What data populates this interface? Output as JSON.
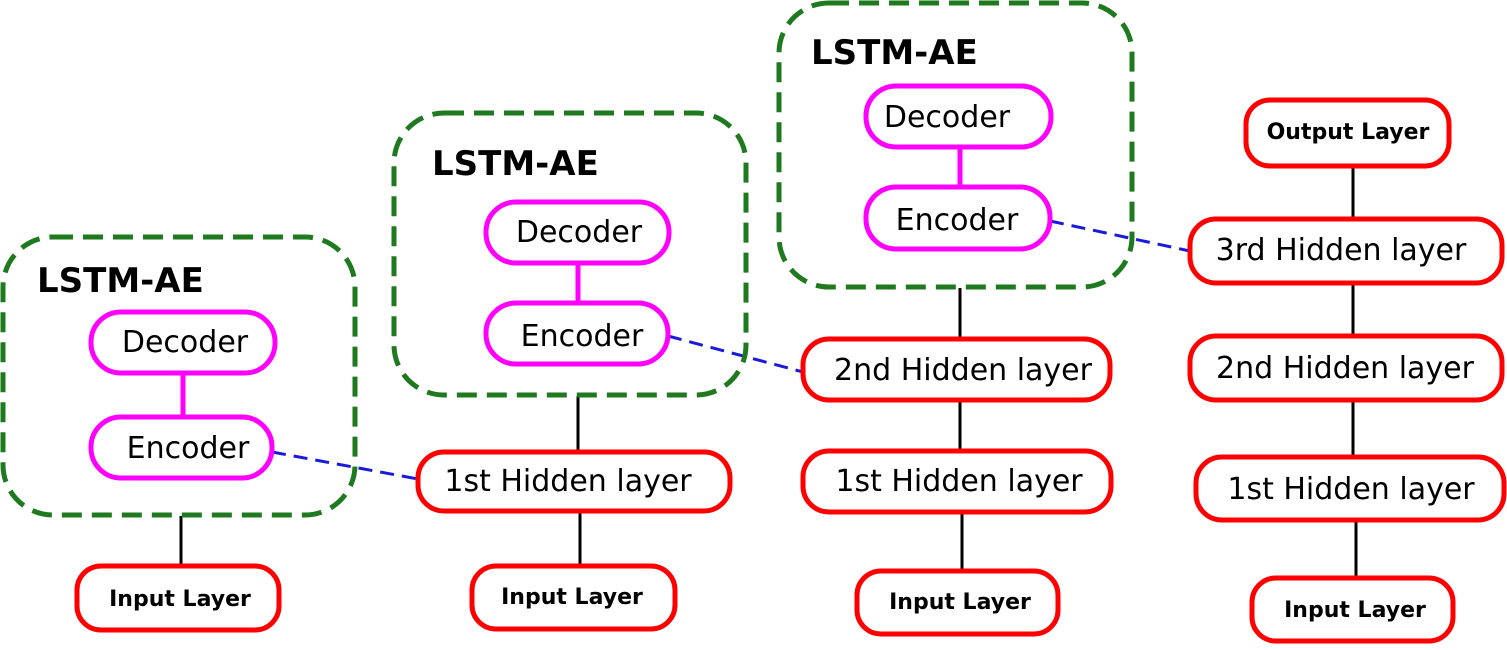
{
  "colors": {
    "layer_border": "#ff0000",
    "ae_border": "#ff00ff",
    "group_border": "#1f7a1f",
    "link_line": "#000000",
    "dashed_link": "#1a1adb"
  },
  "stage1": {
    "group_title": "LSTM-AE",
    "decoder": "Decoder",
    "encoder": "Encoder",
    "input_layer": "Input Layer"
  },
  "stage2": {
    "group_title": "LSTM-AE",
    "decoder": "Decoder",
    "encoder": "Encoder",
    "hidden1": "1st Hidden layer",
    "input_layer": "Input Layer"
  },
  "stage3": {
    "group_title": "LSTM-AE",
    "decoder": "Decoder",
    "encoder": "Encoder",
    "hidden2": "2nd Hidden layer",
    "hidden1": "1st Hidden layer",
    "input_layer": "Input Layer"
  },
  "stage4": {
    "output_layer": "Output Layer",
    "hidden3": "3rd Hidden layer",
    "hidden2": "2nd Hidden layer",
    "hidden1": "1st Hidden layer",
    "input_layer": "Input Layer"
  }
}
